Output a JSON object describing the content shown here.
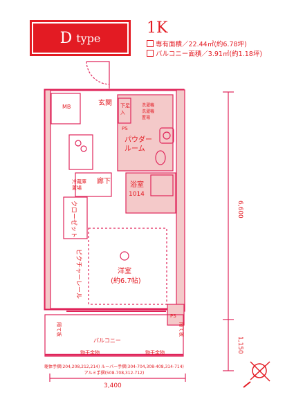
{
  "header": {
    "type_letter": "D",
    "type_word": "type",
    "layout": "1K",
    "exclusive_area": "専有面積／22.44㎡(約6.78坪)",
    "balcony_area": "バルコニー面積／3.91㎡(約1.18坪)"
  },
  "rooms": {
    "mb": "MB",
    "entrance": "玄関",
    "shoe_box": [
      "下足",
      "入"
    ],
    "ps1": "PS",
    "washer": [
      "洗濯機",
      "洗濯機",
      "置場"
    ],
    "powder_room": [
      "パウダー",
      "ルーム"
    ],
    "fridge": [
      "冷蔵庫",
      "置場"
    ],
    "hallway": "廊下",
    "bath": [
      "浴室",
      "1014"
    ],
    "closet": "クローゼット",
    "picture_rail": "ピクチャーレール",
    "western_room": [
      "洋室",
      "(約6.7帖)"
    ],
    "ps2": "PS",
    "balcony": "バルコニー",
    "drain1": "物干金物",
    "drain2": "物干金物",
    "partition1": "隔て板",
    "partition2": "隔て板"
  },
  "notes": {
    "line1": "躯体手摺(204,208,212,214) ルーバー手摺(304-704,308-408,314-714)",
    "line2": "アルミ手摺(508-708,312-712)"
  },
  "dimensions": {
    "depth": "6,600",
    "balcony_depth": "1,150",
    "width": "3,400"
  },
  "colors": {
    "accent": "#e31b23",
    "line": "#e0245a",
    "fill": "#f4c9c9"
  },
  "icons": [
    "compass-icon"
  ]
}
